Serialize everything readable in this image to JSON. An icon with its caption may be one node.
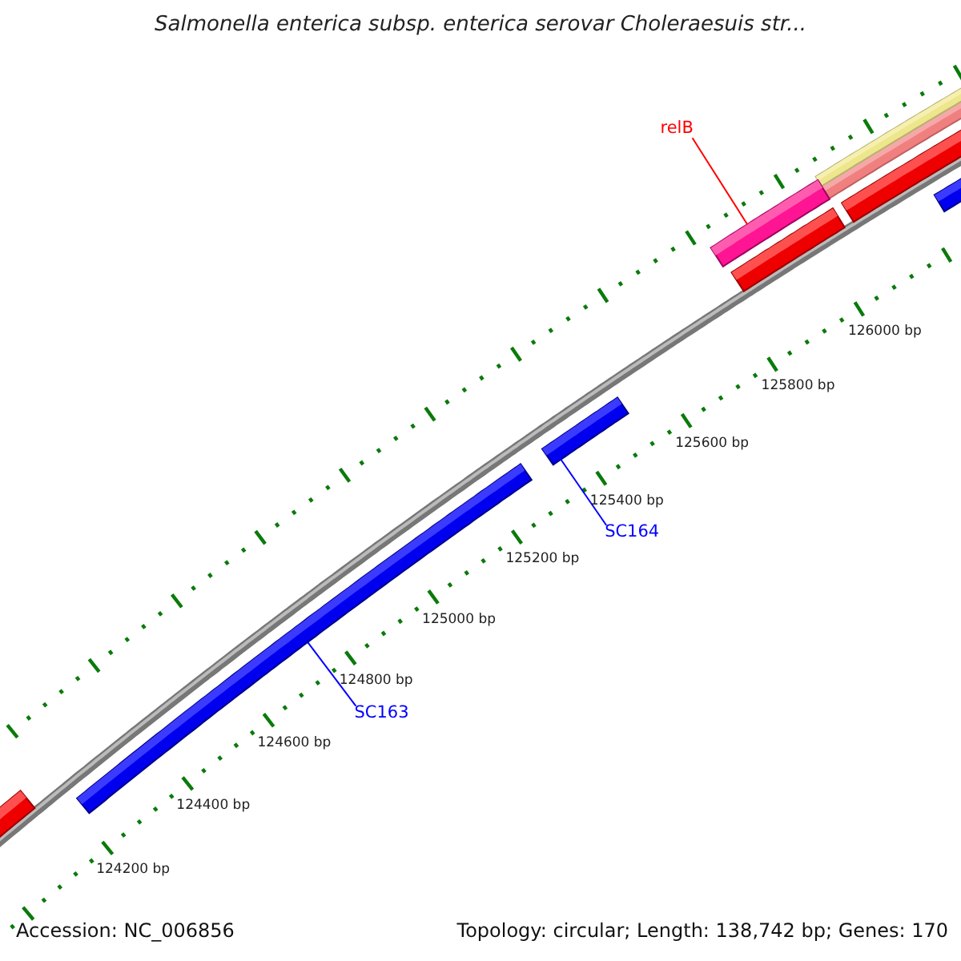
{
  "diagram": {
    "title": "Salmonella enterica subsp. enterica serovar Choleraesuis str...",
    "nodes": [
      {
        "text": [
          "relB"
        ]
      },
      {
        "text": [],
        "shape": "bar"
      },
      {
        "text": [
          "SC164"
        ]
      },
      {
        "text": [],
        "shape": "bar"
      },
      {
        "text": [
          "SC163"
        ]
      },
      {
        "text": [],
        "shape": "bar"
      }
    ],
    "edges": [
      {
        "from": 0,
        "to": 1,
        "arrow": "none",
        "color": "#ff0000"
      },
      {
        "from": 2,
        "to": 3,
        "arrow": "none"
      },
      {
        "from": 4,
        "to": 5,
        "arrow": "none"
      }
    ],
    "labels": [
      "126000 bp",
      "125800 bp",
      "125600 bp",
      "125400 bp",
      "125200 bp",
      "125000 bp",
      "124800 bp",
      "124600 bp",
      "124400 bp",
      "124200 bp",
      "Accession: NC_006856",
      "Topology: circular; Length: 138,742 bp; Genes: 170"
    ]
  }
}
